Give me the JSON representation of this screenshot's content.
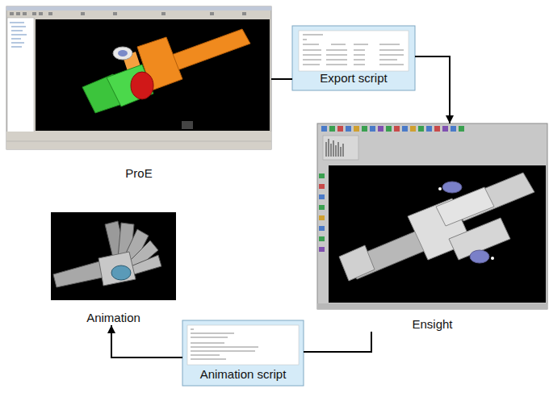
{
  "diagram": {
    "nodes": [
      {
        "text": [
          "ProE"
        ]
      },
      {
        "text": [
          "Export script"
        ]
      },
      {
        "text": [
          "Ensight"
        ]
      },
      {
        "text": [
          "Animation script"
        ]
      },
      {
        "text": [
          "Animation"
        ]
      }
    ],
    "edges": [
      {
        "from": 0,
        "to": 1,
        "arrow": "none"
      },
      {
        "from": 1,
        "to": 2,
        "arrow": "to"
      },
      {
        "from": 2,
        "to": 3,
        "arrow": "none"
      },
      {
        "from": 3,
        "to": 4,
        "arrow": "to"
      }
    ]
  }
}
